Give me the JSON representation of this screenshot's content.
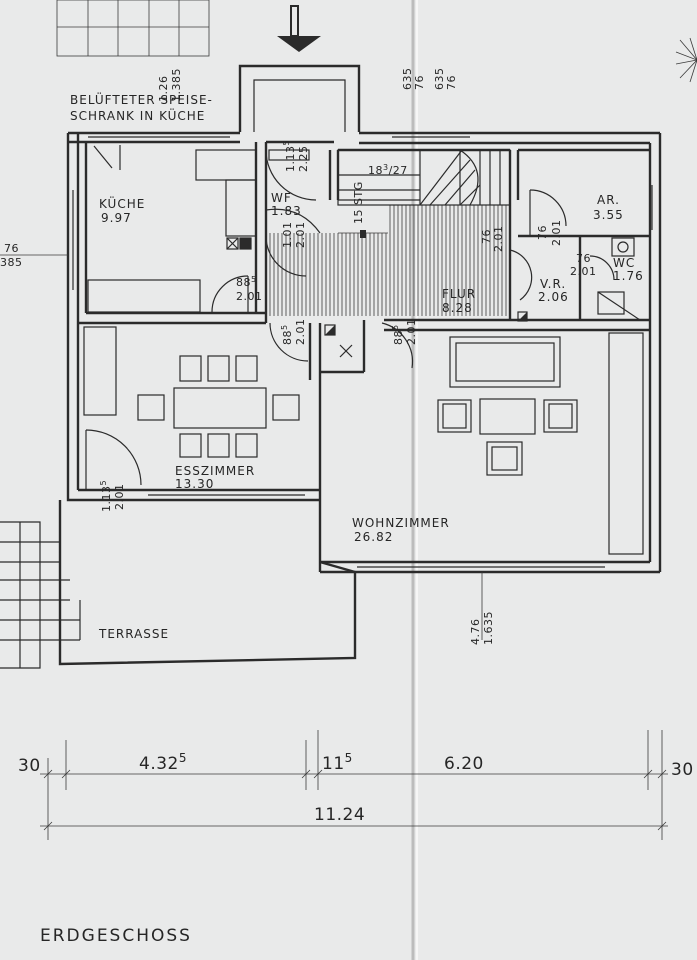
{
  "plan": {
    "storage_note_line1": "BELÜFTETER SPEISE-",
    "storage_note_line2": "SCHRANK IN KÜCHE",
    "floor_title": "ERDGESCHOSS"
  },
  "rooms": {
    "kitchen": {
      "name": "KÜCHE",
      "area": "9.97"
    },
    "wc_small": {
      "name": "WF",
      "area": "1.83"
    },
    "hall": {
      "name": "FLUR",
      "area": "8.28"
    },
    "storage": {
      "name": "AR.",
      "area": "3.55"
    },
    "vestibule": {
      "name": "V.R.",
      "area": "2.06"
    },
    "wc": {
      "name": "WC",
      "area": "1.76"
    },
    "dining": {
      "name": "ESSZIMMER",
      "area": "13.30"
    },
    "living": {
      "name": "WOHNZIMMER",
      "area": "26.82"
    },
    "terrace": {
      "name": "TERRASSE"
    }
  },
  "openings": {
    "top_window_a": "1.26",
    "top_window_b": "1.385",
    "top_right_a": "635",
    "top_right_b": "76",
    "top_right_c": "635",
    "top_right_d": "76",
    "wf_win_a": "1.13",
    "wf_win_sup": "5",
    "wf_win_b": "2.25",
    "stair_a": "18",
    "stair_sup": "3",
    "stair_b": "/27",
    "stair_c": "15 STG",
    "left_a": "76",
    "left_b": "385",
    "wf_door_a": "1.01",
    "wf_door_b": "2.01",
    "kitchen_door_a": "88",
    "kitchen_door_sup": "5",
    "kitchen_door_b": "2.01",
    "hall_door_a": "76",
    "hall_door_b": "2.01",
    "ar_door_a": "76",
    "ar_door_b": "2.01",
    "vr_door_a": "76",
    "vr_door_b": "2.01",
    "dining_door_a": "88",
    "dining_door_sup": "5",
    "dining_door_b": "2.01",
    "living_door_a": "88",
    "living_door_sup": "5",
    "living_door_b": "2.01",
    "terrace_door_a": "1.13",
    "terrace_door_sup": "5",
    "terrace_door_b": "2.01",
    "bottom_window_a": "4.76",
    "bottom_window_b": "1.635"
  },
  "dimensions": {
    "left_wall": "30",
    "left_span": "4.32",
    "left_span_sup": "5",
    "mid_wall": "11",
    "mid_wall_sup": "5",
    "right_span": "6.20",
    "right_wall": "30",
    "total": "11.24"
  },
  "colors": {
    "paper": "#e9eaea",
    "ink": "#2b2b2b"
  }
}
